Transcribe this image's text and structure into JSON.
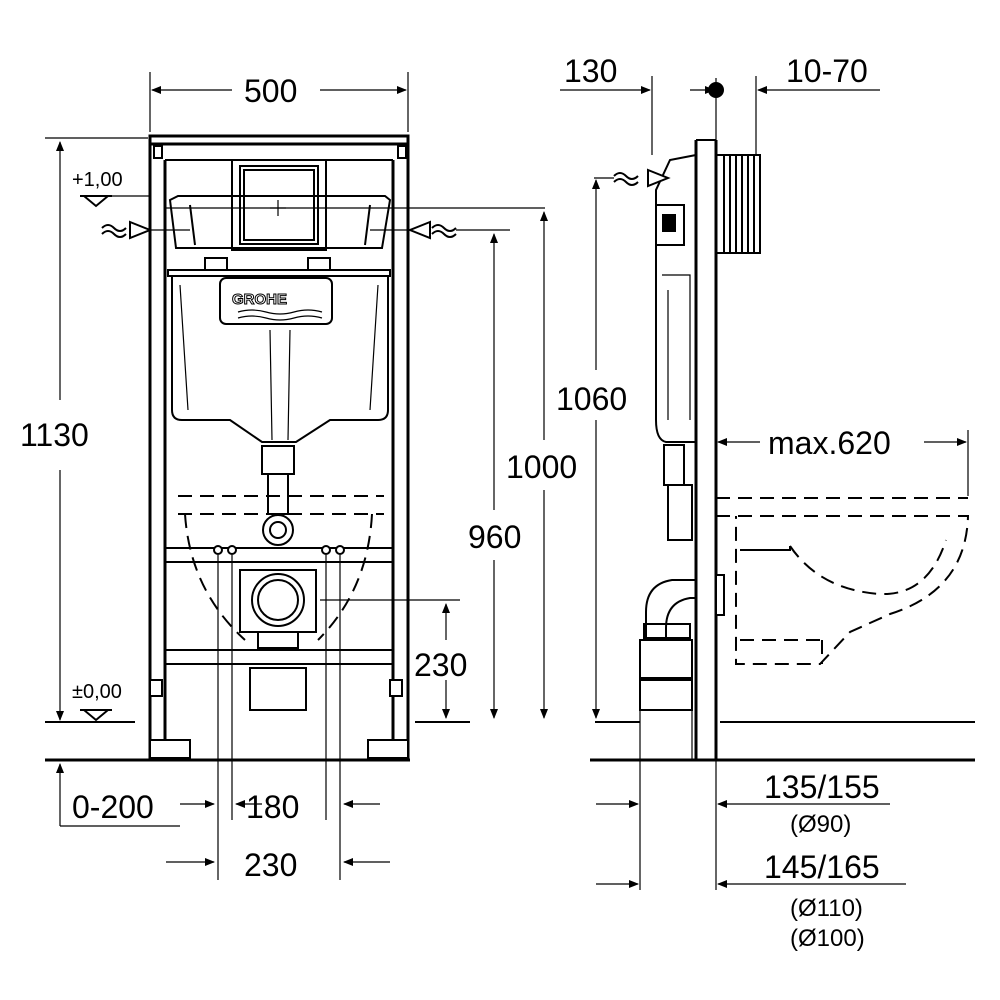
{
  "brand": "GROHE",
  "front_view": {
    "width_total": "500",
    "height_total": "1130",
    "level_top": "+1,00",
    "level_zero": "±0,00",
    "adjust_range": "0-200",
    "bolt_spacing_inner": "180",
    "bolt_spacing_outer": "230",
    "drain_height": "230",
    "actuator_height": "1000",
    "inlet_height": "960"
  },
  "side_view": {
    "front_offset": "130",
    "wall_depth": "10-70",
    "cistern_height": "1060",
    "projection_max": "max.620",
    "drain_offset_90": "135/155",
    "drain_dia_90": "(Ø90)",
    "drain_offset_110": "145/165",
    "drain_dia_110": "(Ø110)",
    "drain_dia_100": "(Ø100)"
  }
}
